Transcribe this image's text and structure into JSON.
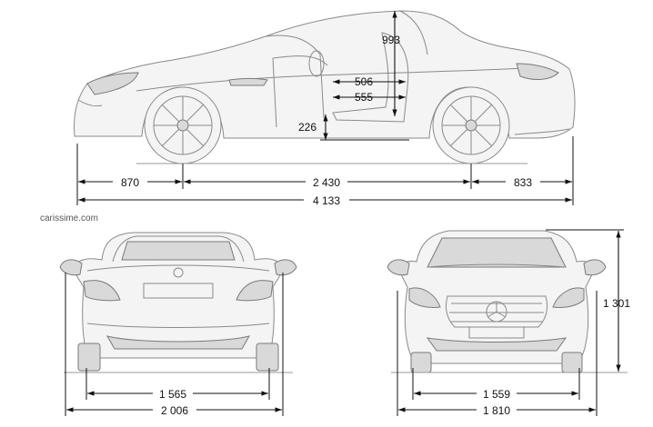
{
  "watermark": "carissime.com",
  "side_view": {
    "front_overhang": "870",
    "wheelbase": "2 430",
    "rear_overhang": "833",
    "overall_length": "4 133",
    "headroom": "993",
    "seat_height": "226",
    "legroom_506": "506",
    "legroom_555": "555"
  },
  "rear_view": {
    "rear_track": "1 565",
    "width_with_mirrors": "2 006"
  },
  "front_view": {
    "front_track": "1 559",
    "body_width": "1 810",
    "overall_height": "1 301"
  },
  "colors": {
    "line": "#8a8a8a",
    "dimension": "#111111"
  }
}
